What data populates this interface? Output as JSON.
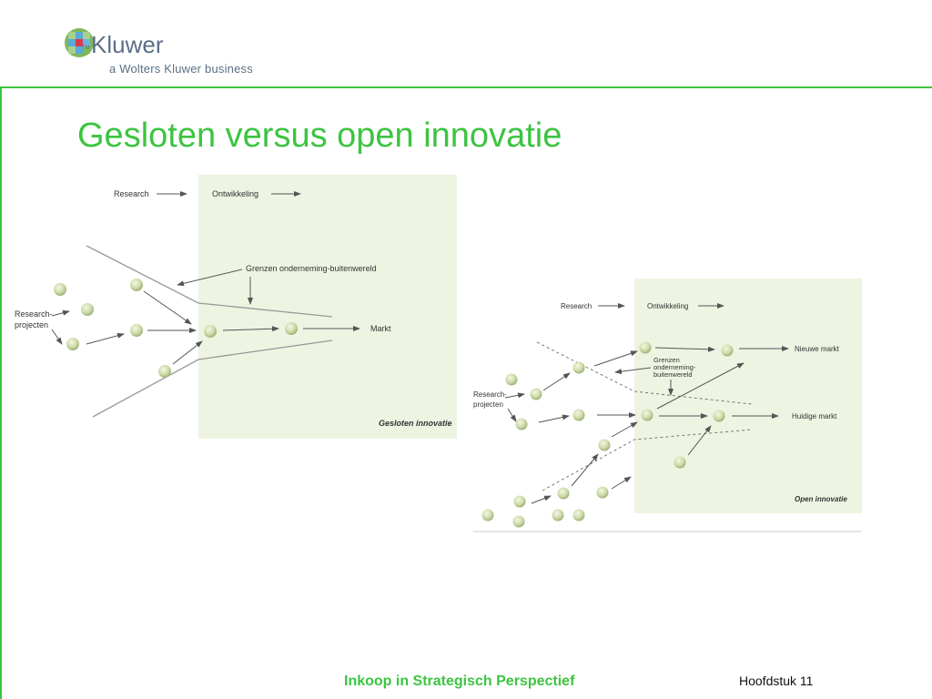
{
  "brand": {
    "name": "Kluwer",
    "tm": "TM",
    "tagline": "a Wolters Kluwer business"
  },
  "slide": {
    "title": "Gesloten versus open innovatie"
  },
  "diagram_closed": {
    "research": "Research",
    "ontwikkeling": "Ontwikkeling",
    "grenzen": "Grenzen onderneming-buitenwereld",
    "projects_line1": "Research-",
    "projects_line2": "projecten",
    "markt": "Markt",
    "caption": "Gesloten innovatie"
  },
  "diagram_open": {
    "research": "Research",
    "ontwikkeling": "Ontwikkeling",
    "grenzen_line1": "Grenzen",
    "grenzen_line2": "onderneming-",
    "grenzen_line3": "buitenwereld",
    "projects_line1": "Research-",
    "projects_line2": "projecten",
    "nieuwe_markt": "Nieuwe markt",
    "huidige_markt": "Huidige markt",
    "caption": "Open innovatie"
  },
  "footer": {
    "book_title": "Inkoop in Strategisch Perspectief",
    "chapter": "Hoofdstuk 11"
  },
  "colors": {
    "accent_green": "#3cc441",
    "panel_green": "#eef4e2",
    "logo_slate": "#5b6f86"
  }
}
